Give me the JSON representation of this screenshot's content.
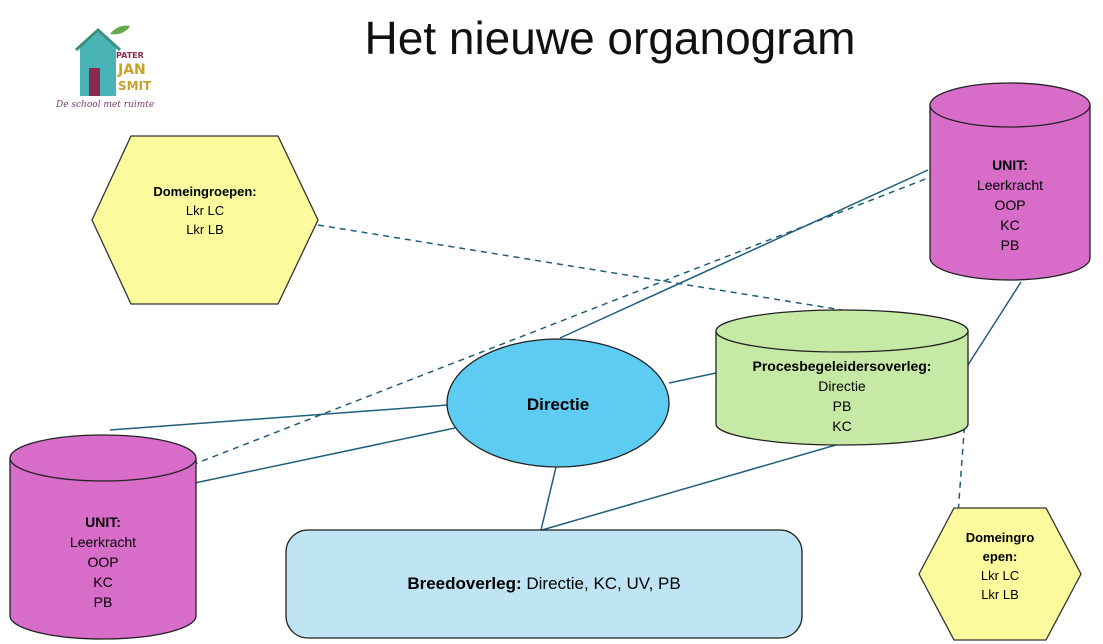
{
  "title": "Het nieuwe organogram",
  "logo": {
    "text_lines": [
      "PATER",
      "JAN",
      "SMIT"
    ],
    "tagline": "De school met ruimte"
  },
  "nodes": {
    "unit_right": {
      "heading": "UNIT:",
      "lines": [
        "Leerkracht",
        "OOP",
        "KC",
        "PB"
      ]
    },
    "unit_left": {
      "heading": "UNIT:",
      "lines": [
        "Leerkracht",
        "OOP",
        "KC",
        "PB"
      ]
    },
    "domeingroepen_left": {
      "heading": "Domeingroepen:",
      "lines": [
        "Lkr LC",
        "Lkr LB"
      ]
    },
    "domeingroepen_right": {
      "heading_line1": "Domeingro",
      "heading_line2": "epen:",
      "lines": [
        "Lkr LC",
        "Lkr LB"
      ]
    },
    "directie": {
      "label": "Directie"
    },
    "procesbegeleidersoverleg": {
      "heading": "Procesbegeleidersoverleg:",
      "lines": [
        "Directie",
        "PB",
        "KC"
      ]
    },
    "breedoverleg": {
      "heading": "Breedoverleg:",
      "text": "Directie, KC, UV, PB"
    }
  },
  "colors": {
    "magenta": "#d76cc9",
    "yellow": "#fbfb9e",
    "blue_ellipse": "#5ecbf3",
    "green": "#c6e9a5",
    "light_blue": "#bfe5f5",
    "connector": "#1f5f7a"
  }
}
